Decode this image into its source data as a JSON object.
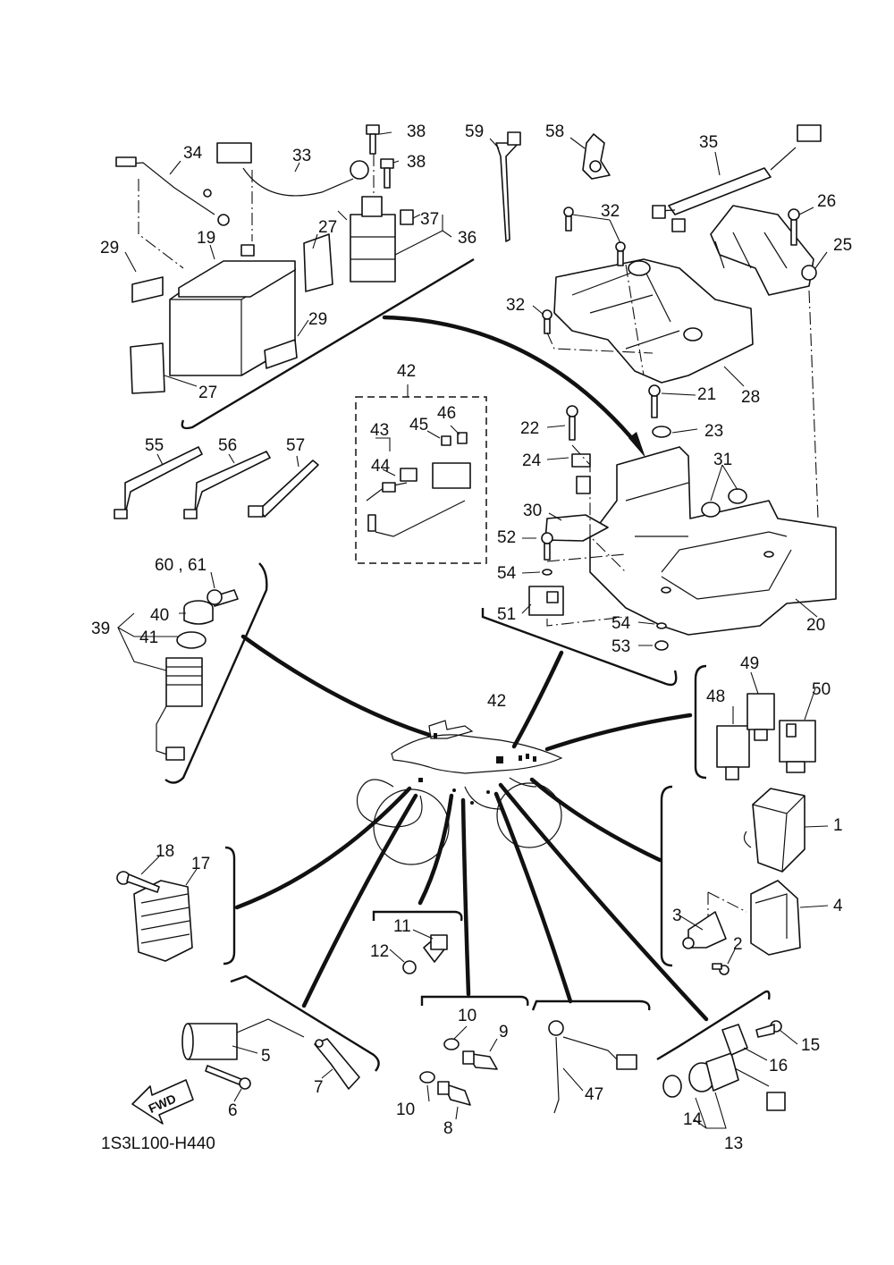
{
  "diagram": {
    "code": "1S3L100-H440",
    "fwd_label": "FWD",
    "callouts": {
      "c1": "1",
      "c2": "2",
      "c3": "3",
      "c4": "4",
      "c5": "5",
      "c6": "6",
      "c7": "7",
      "c8": "8",
      "c9": "9",
      "c10a": "10",
      "c10b": "10",
      "c11": "11",
      "c12": "12",
      "c13": "13",
      "c14": "14",
      "c15": "15",
      "c16": "16",
      "c17": "17",
      "c18": "18",
      "c19": "19",
      "c20": "20",
      "c21": "21",
      "c22": "22",
      "c23": "23",
      "c24": "24",
      "c25": "25",
      "c26": "26",
      "c27a": "27",
      "c27b": "27",
      "c28": "28",
      "c29a": "29",
      "c29b": "29",
      "c30": "30",
      "c31": "31",
      "c32a": "32",
      "c32b": "32",
      "c33": "33",
      "c34": "34",
      "c35": "35",
      "c36": "36",
      "c37": "37",
      "c38a": "38",
      "c38b": "38",
      "c39": "39",
      "c40": "40",
      "c41": "41",
      "c42a": "42",
      "c42b": "42",
      "c43": "43",
      "c44": "44",
      "c45": "45",
      "c46": "46",
      "c47": "47",
      "c48": "48",
      "c49": "49",
      "c50": "50",
      "c51": "51",
      "c52": "52",
      "c53": "53",
      "c54a": "54",
      "c54b": "54",
      "c55": "55",
      "c56": "56",
      "c57": "57",
      "c58": "58",
      "c59": "59",
      "c6061": "60 , 61"
    }
  }
}
